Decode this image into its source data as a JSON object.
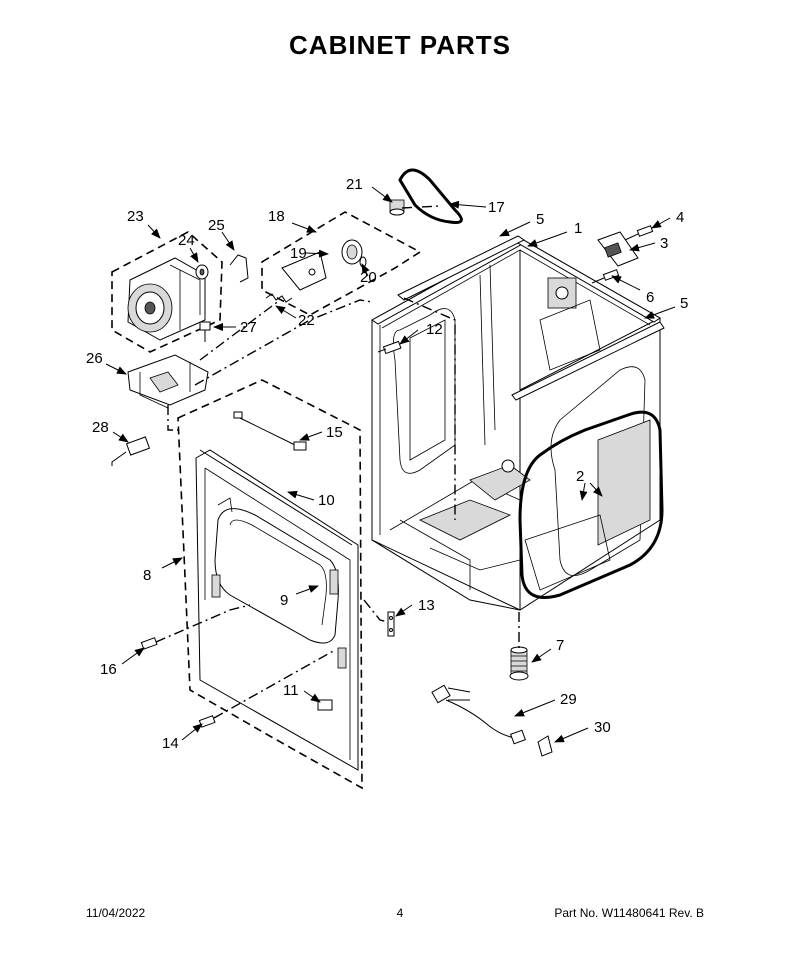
{
  "title": "CABINET PARTS",
  "footer": {
    "date": "11/04/2022",
    "page": "4",
    "part_no": "Part No.  W11480641  Rev.  B"
  },
  "callouts": {
    "c1": "1",
    "c2": "2",
    "c3": "3",
    "c4": "4",
    "c5a": "5",
    "c5b": "5",
    "c6": "6",
    "c7": "7",
    "c8": "8",
    "c9": "9",
    "c10": "10",
    "c11": "11",
    "c12": "12",
    "c13": "13",
    "c14": "14",
    "c15": "15",
    "c16": "16",
    "c17": "17",
    "c18": "18",
    "c19": "19",
    "c20": "20",
    "c21": "21",
    "c22": "22",
    "c23": "23",
    "c24": "24",
    "c25": "25",
    "c26": "26",
    "c27": "27",
    "c28": "28",
    "c29": "29",
    "c30": "30"
  }
}
